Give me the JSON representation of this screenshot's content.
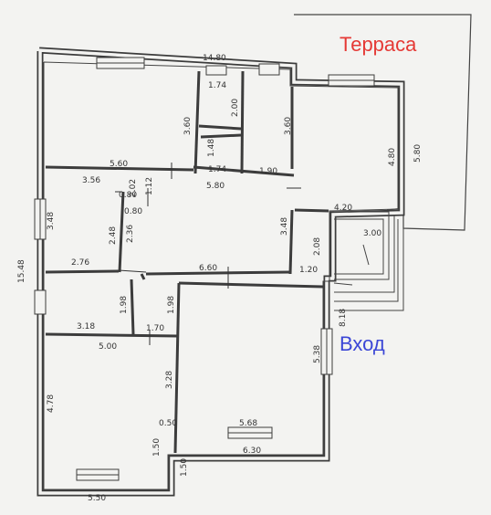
{
  "labels": {
    "terrace": "Терраса",
    "entrance": "Вход"
  },
  "dimensions": [
    "14.80",
    "1.74",
    "2.00",
    "3.60",
    "3.60",
    "1.48",
    "1.74",
    "1.90",
    "5.60",
    "3.56",
    "0.80",
    "0.80",
    "1.12",
    "5.80",
    "4.80",
    "5.80",
    "4.20",
    "3.48",
    "2.48",
    "2.36",
    "2.76",
    "3.48",
    "2.08",
    "3.00",
    "15.48",
    "6.60",
    "1.20",
    "1.98",
    "1.98",
    "3.18",
    "1.70",
    "5.00",
    "8.18",
    "5.38",
    "3.28",
    "4.78",
    "0.50",
    "5.68",
    "1.50",
    "6.30",
    "1.50",
    "5.50",
    "2.02"
  ],
  "colors": {
    "wall": "#3c3c3c",
    "paper": "#f3f3f1",
    "terrace_label": "#e53935",
    "entrance_label": "#3b46d6"
  }
}
